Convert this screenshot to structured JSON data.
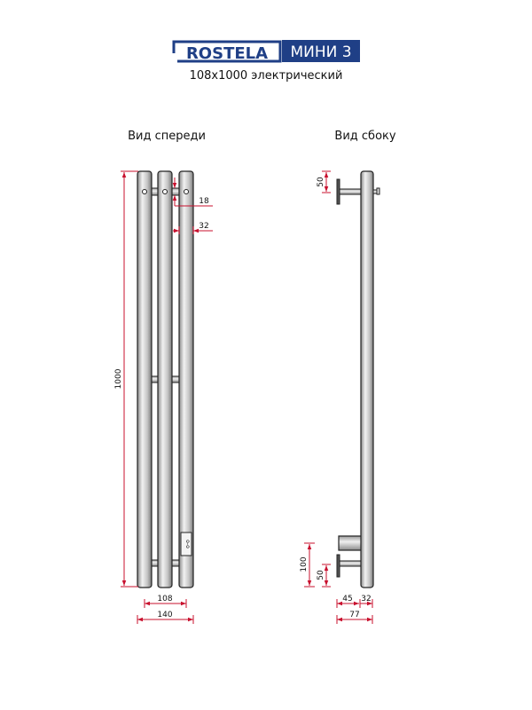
{
  "header": {
    "brand_logo": "ROSTELA",
    "model": "МИНИ 3",
    "subtitle": "108x1000 электрический",
    "brand_color": "#1f3f86"
  },
  "front_view": {
    "title": "Вид спереди",
    "dims": {
      "height": "1000",
      "pin_offset": "18",
      "tube_diameter": "32",
      "center_distance": "108",
      "overall_width": "140"
    }
  },
  "side_view": {
    "title": "Вид сбоку",
    "dims": {
      "top_bracket": "50",
      "bottom_heater": "100",
      "bottom_bracket": "50",
      "wall_offset": "45",
      "tube_diameter": "32",
      "overall_depth": "77"
    }
  },
  "colors": {
    "dimension": "#c8102e"
  }
}
